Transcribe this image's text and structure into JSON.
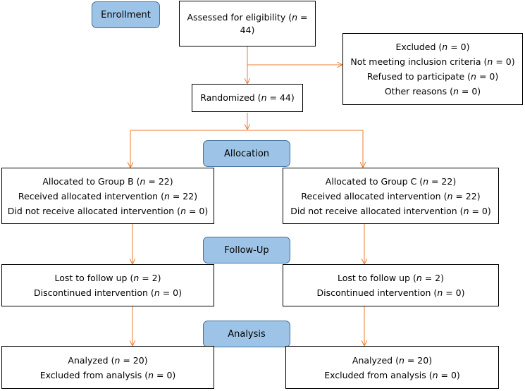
{
  "stages": {
    "enrollment": "Enrollment",
    "allocation": "Allocation",
    "followup": "Follow-Up",
    "analysis": "Analysis"
  },
  "assessed": {
    "pre": "Assessed for eligibility (",
    "n": "n",
    "post": " = 44)"
  },
  "excluded": [
    {
      "pre": "Excluded (",
      "n": "n",
      "post": " = 0)"
    },
    {
      "pre": "Not meeting inclusion criteria (",
      "n": "n",
      "post": " = 0)"
    },
    {
      "pre": "Refused to participate (",
      "n": "n",
      "post": " = 0)"
    },
    {
      "pre": "Other reasons (",
      "n": "n",
      "post": " = 0)"
    }
  ],
  "randomized": {
    "pre": "Randomized (",
    "n": "n",
    "post": " = 44)"
  },
  "allocation_b": [
    {
      "pre": "Allocated to Group B (",
      "n": "n",
      "post": " = 22)"
    },
    {
      "pre": "Received allocated intervention (",
      "n": "n",
      "post": " = 22)"
    },
    {
      "pre": "Did not receive allocated intervention (",
      "n": "n",
      "post": " = 0)"
    }
  ],
  "allocation_c": [
    {
      "pre": "Allocated to Group C (",
      "n": "n",
      "post": " = 22)"
    },
    {
      "pre": "Received allocated intervention (",
      "n": "n",
      "post": " = 22)"
    },
    {
      "pre": "Did not receive allocated intervention (",
      "n": "n",
      "post": " = 0)"
    }
  ],
  "followup_b": [
    {
      "pre": "Lost to follow up (",
      "n": "n",
      "post": " = 2)"
    },
    {
      "pre": "Discontinued intervention (",
      "n": "n",
      "post": " = 0)"
    }
  ],
  "followup_c": [
    {
      "pre": "Lost to follow up (",
      "n": "n",
      "post": " = 2)"
    },
    {
      "pre": "Discontinued intervention (",
      "n": "n",
      "post": " = 0)"
    }
  ],
  "analysis_b": [
    {
      "pre": "Analyzed (",
      "n": "n",
      "post": " = 20)"
    },
    {
      "pre": "Excluded from analysis (",
      "n": "n",
      "post": " = 0)"
    }
  ],
  "analysis_c": [
    {
      "pre": "Analyzed (",
      "n": "n",
      "post": " = 20)"
    },
    {
      "pre": "Excluded from analysis (",
      "n": "n",
      "post": " = 0)"
    }
  ],
  "colors": {
    "connector": "#ed7d31",
    "stage_fill": "#9dc3e6",
    "stage_border": "#41719c"
  }
}
